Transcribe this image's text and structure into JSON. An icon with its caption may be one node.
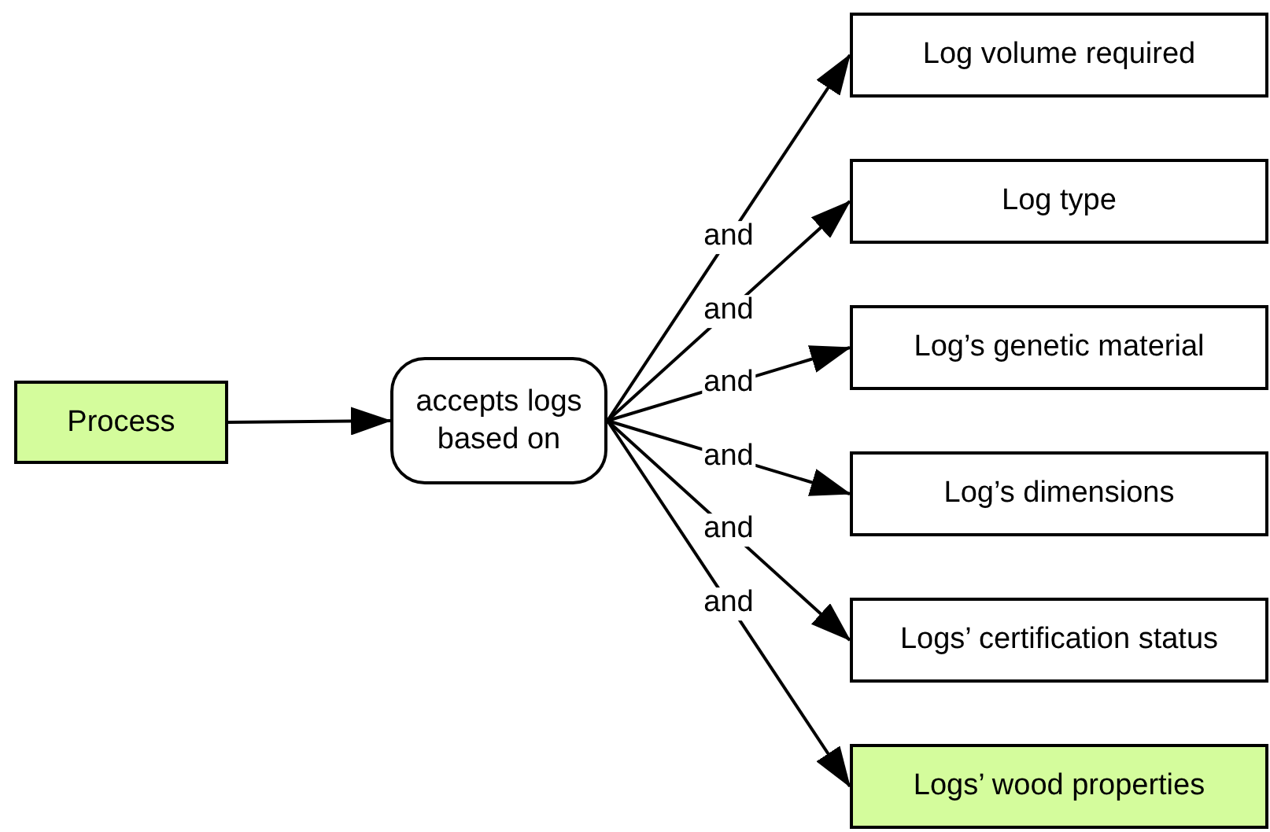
{
  "diagram": {
    "nodes": [
      {
        "text": [
          "Process"
        ]
      },
      {
        "text": [
          "accepts logs based on"
        ]
      },
      {
        "text": [
          "Log volume required"
        ]
      },
      {
        "text": [
          "Log type"
        ]
      },
      {
        "text": [
          "Log’s genetic material"
        ]
      },
      {
        "text": [
          "Log’s dimensions"
        ]
      },
      {
        "text": [
          "Logs’ certification status"
        ]
      },
      {
        "text": [
          "Logs’ wood properties"
        ]
      }
    ],
    "edges": [
      {
        "from": 0,
        "to": 1,
        "arrow": "to"
      },
      {
        "from": 1,
        "to": 2,
        "arrow": "to",
        "label": "and"
      },
      {
        "from": 1,
        "to": 3,
        "arrow": "to",
        "label": "and"
      },
      {
        "from": 1,
        "to": 4,
        "arrow": "to",
        "label": "and"
      },
      {
        "from": 1,
        "to": 5,
        "arrow": "to",
        "label": "and"
      },
      {
        "from": 1,
        "to": 6,
        "arrow": "to",
        "label": "and"
      },
      {
        "from": 1,
        "to": 7,
        "arrow": "to",
        "label": "and"
      }
    ]
  }
}
